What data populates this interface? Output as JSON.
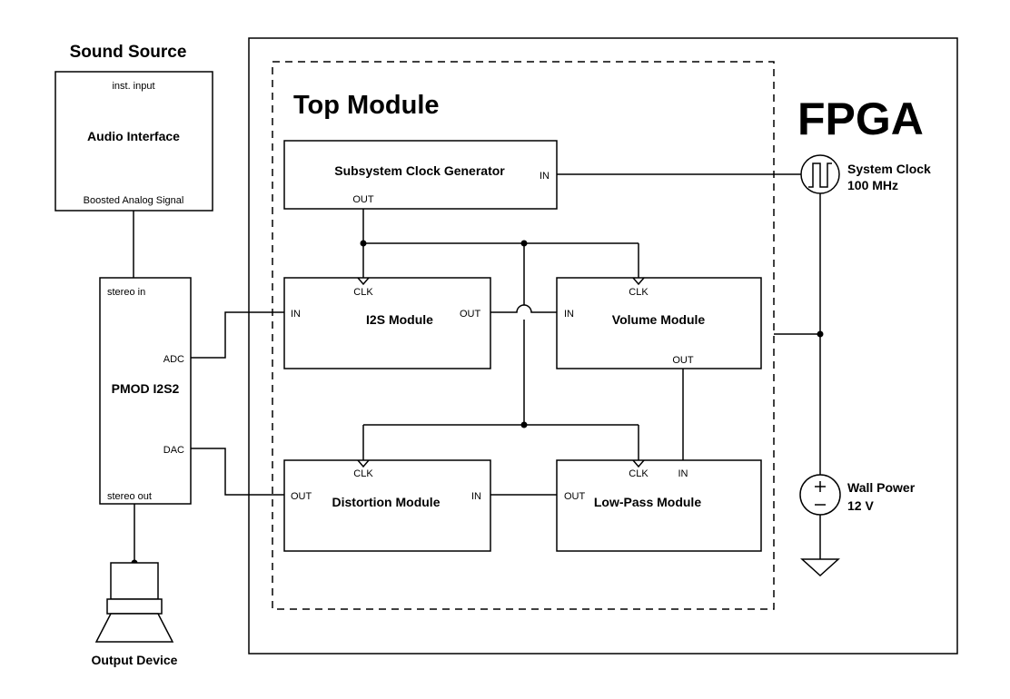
{
  "sound_source": {
    "title": "Sound Source",
    "audio_interface": {
      "top_port": "inst. input",
      "name": "Audio Interface",
      "bottom_port": "Boosted Analog Signal"
    }
  },
  "pmod": {
    "name": "PMOD I2S2",
    "stereo_in": "stereo in",
    "adc": "ADC",
    "dac": "DAC",
    "stereo_out": "stereo out"
  },
  "output_device": {
    "label": "Output Device"
  },
  "fpga": {
    "label": "FPGA"
  },
  "top_module": {
    "label": "Top Module",
    "clock_gen": {
      "name": "Subsystem Clock Generator",
      "in": "IN",
      "out": "OUT"
    },
    "i2s": {
      "name": "I2S Module",
      "clk": "CLK",
      "in": "IN",
      "out": "OUT"
    },
    "volume": {
      "name": "Volume Module",
      "clk": "CLK",
      "in": "IN",
      "out": "OUT"
    },
    "distortion": {
      "name": "Distortion Module",
      "clk": "CLK",
      "out": "OUT",
      "in": "IN"
    },
    "lowpass": {
      "name": "Low-Pass Module",
      "out": "OUT",
      "clk": "CLK",
      "in": "IN"
    }
  },
  "system_clock": {
    "line1": "System Clock",
    "line2": "100 MHz"
  },
  "wall_power": {
    "line1": "Wall Power",
    "line2": "12 V"
  }
}
